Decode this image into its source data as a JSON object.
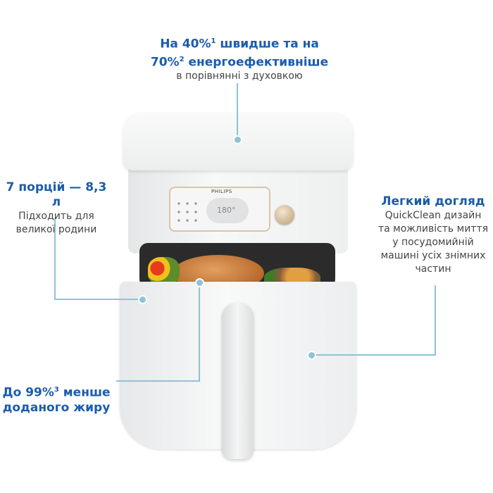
{
  "callouts": {
    "speed": {
      "line1_pre": "На 40%",
      "sup1": "1",
      "line1_post": " швидше та на",
      "line2_pre": "70%",
      "sup2": "2",
      "line2_post": " енергоефективніше",
      "sub": "в порівнянні з духовкою"
    },
    "capacity": {
      "title": "7 порцій — 8,3 л",
      "sub1": "Підходить для",
      "sub2": "великої родини"
    },
    "care": {
      "title": "Легкий догляд",
      "lines": [
        "QuickClean дизайн",
        "та можливість миття",
        "у посудомийній",
        "машині усіх знімних",
        "частин"
      ]
    },
    "fat": {
      "line1_pre": "До 99%",
      "sup": "3",
      "line1_post": " менше",
      "line2": "доданого жиру"
    }
  },
  "product": {
    "brand": "PHILIPS",
    "display_value": "180°"
  },
  "colors": {
    "heading": "#1b5cab",
    "connector": "#8fc3d6",
    "body": "#f1f2f2"
  }
}
